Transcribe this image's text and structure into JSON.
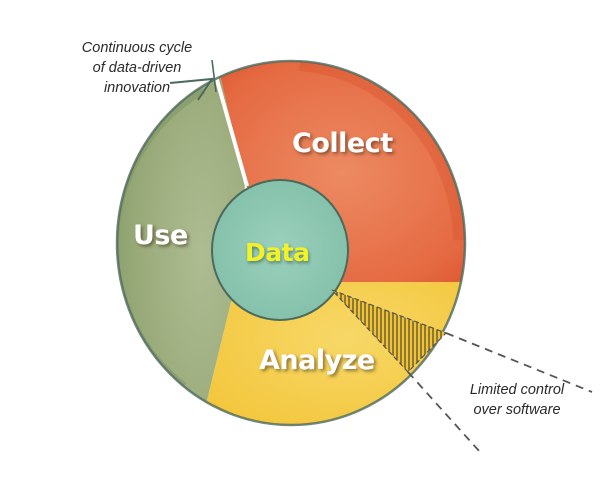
{
  "diagram": {
    "center": {
      "label": "Data",
      "color": "#8fc9b4",
      "text_color": "#f2f224"
    },
    "segments": [
      {
        "id": "collect",
        "label": "Collect",
        "color": "#e2603a",
        "light_color": "#ec8a62"
      },
      {
        "id": "analyze",
        "label": "Analyze",
        "color": "#f1c232",
        "light_color": "#f7d867"
      },
      {
        "id": "use",
        "label": "Use",
        "color": "#8ea06d",
        "light_color": "#a9b88a"
      }
    ],
    "outline_color": "#4c6a5c",
    "annotations": {
      "cycle": {
        "lines": [
          "Continuous cycle",
          "of data-driven",
          "innovation"
        ]
      },
      "limited": {
        "lines": [
          "Limited control",
          "over software"
        ]
      }
    },
    "hatched_region": {
      "stroke": "#3c3c3c",
      "fill": "#f1c232"
    }
  }
}
